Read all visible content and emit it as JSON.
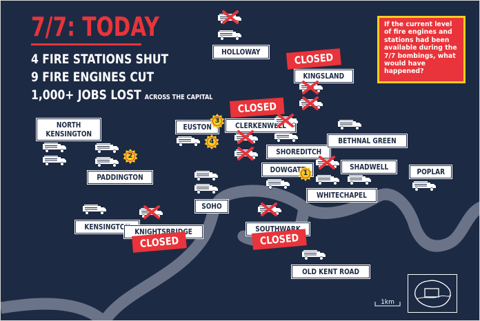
{
  "title": "7/7: TODAY",
  "stats": {
    "line1": "4 FIRE STATIONS SHUT",
    "line2": "9 FIRE ENGINES CUT",
    "line3": "1,000+ JOBS LOST",
    "line3_suffix": "ACROSS THE CAPITAL"
  },
  "infobox": "If the current level of fire engines and stations had been available during the 7/7 bombings, what would have happened?",
  "closed_text": "CLOSED",
  "stations": {
    "holloway": "HOLLOWAY",
    "kingsland": "KINGSLAND",
    "north_kensington_1": "NORTH",
    "north_kensington_2": "KENSINGTON",
    "euston": "EUSTON",
    "clerkenwell": "CLERKENWELL",
    "shoreditch": "SHOREDITCH",
    "bethnal_green": "BETHNAL GREEN",
    "paddington": "PADDINGTON",
    "dowgate": "DOWGATE",
    "shadwell": "SHADWELL",
    "whitechapel": "WHITECHAPEL",
    "poplar": "POPLAR",
    "soho": "SOHO",
    "kensington": "KENSINGTON",
    "knightsbridge": "KNIGHTSBRIDGE",
    "southwark": "SOUTHWARK",
    "old_kent_road": "OLD KENT ROAD"
  },
  "incidents": [
    "1",
    "2",
    "3",
    "4"
  ],
  "scale": "1km",
  "colors": {
    "background": "#1d2a44",
    "accent_red": "#e8343a",
    "badge_yellow": "#f4cf1f",
    "river": "#6b7388",
    "label_bg": "#ffffff"
  }
}
